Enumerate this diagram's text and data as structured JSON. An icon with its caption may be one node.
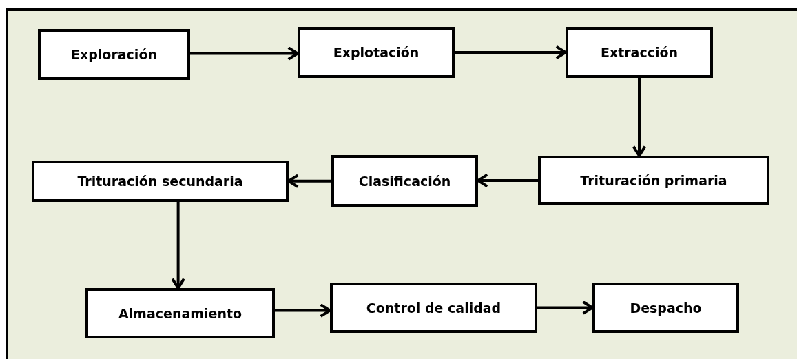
{
  "diagram": {
    "nodes": [
      {
        "text": [
          "Exploración"
        ]
      },
      {
        "text": [
          "Explotación"
        ]
      },
      {
        "text": [
          "Extracción"
        ]
      },
      {
        "text": [
          "Trituración primaria"
        ]
      },
      {
        "text": [
          "Clasificación"
        ]
      },
      {
        "text": [
          "Trituración secundaria"
        ]
      },
      {
        "text": [
          "Almacenamiento"
        ]
      },
      {
        "text": [
          "Control de calidad"
        ]
      },
      {
        "text": [
          "Despacho"
        ]
      }
    ],
    "edges": [
      {
        "from": 0,
        "to": 1,
        "arrow": "to"
      },
      {
        "from": 1,
        "to": 2,
        "arrow": "to"
      },
      {
        "from": 2,
        "to": 3,
        "arrow": "to"
      },
      {
        "from": 3,
        "to": 4,
        "arrow": "to"
      },
      {
        "from": 4,
        "to": 5,
        "arrow": "to"
      },
      {
        "from": 5,
        "to": 6,
        "arrow": "to"
      },
      {
        "from": 6,
        "to": 7,
        "arrow": "to"
      },
      {
        "from": 7,
        "to": 8,
        "arrow": "to"
      }
    ]
  }
}
